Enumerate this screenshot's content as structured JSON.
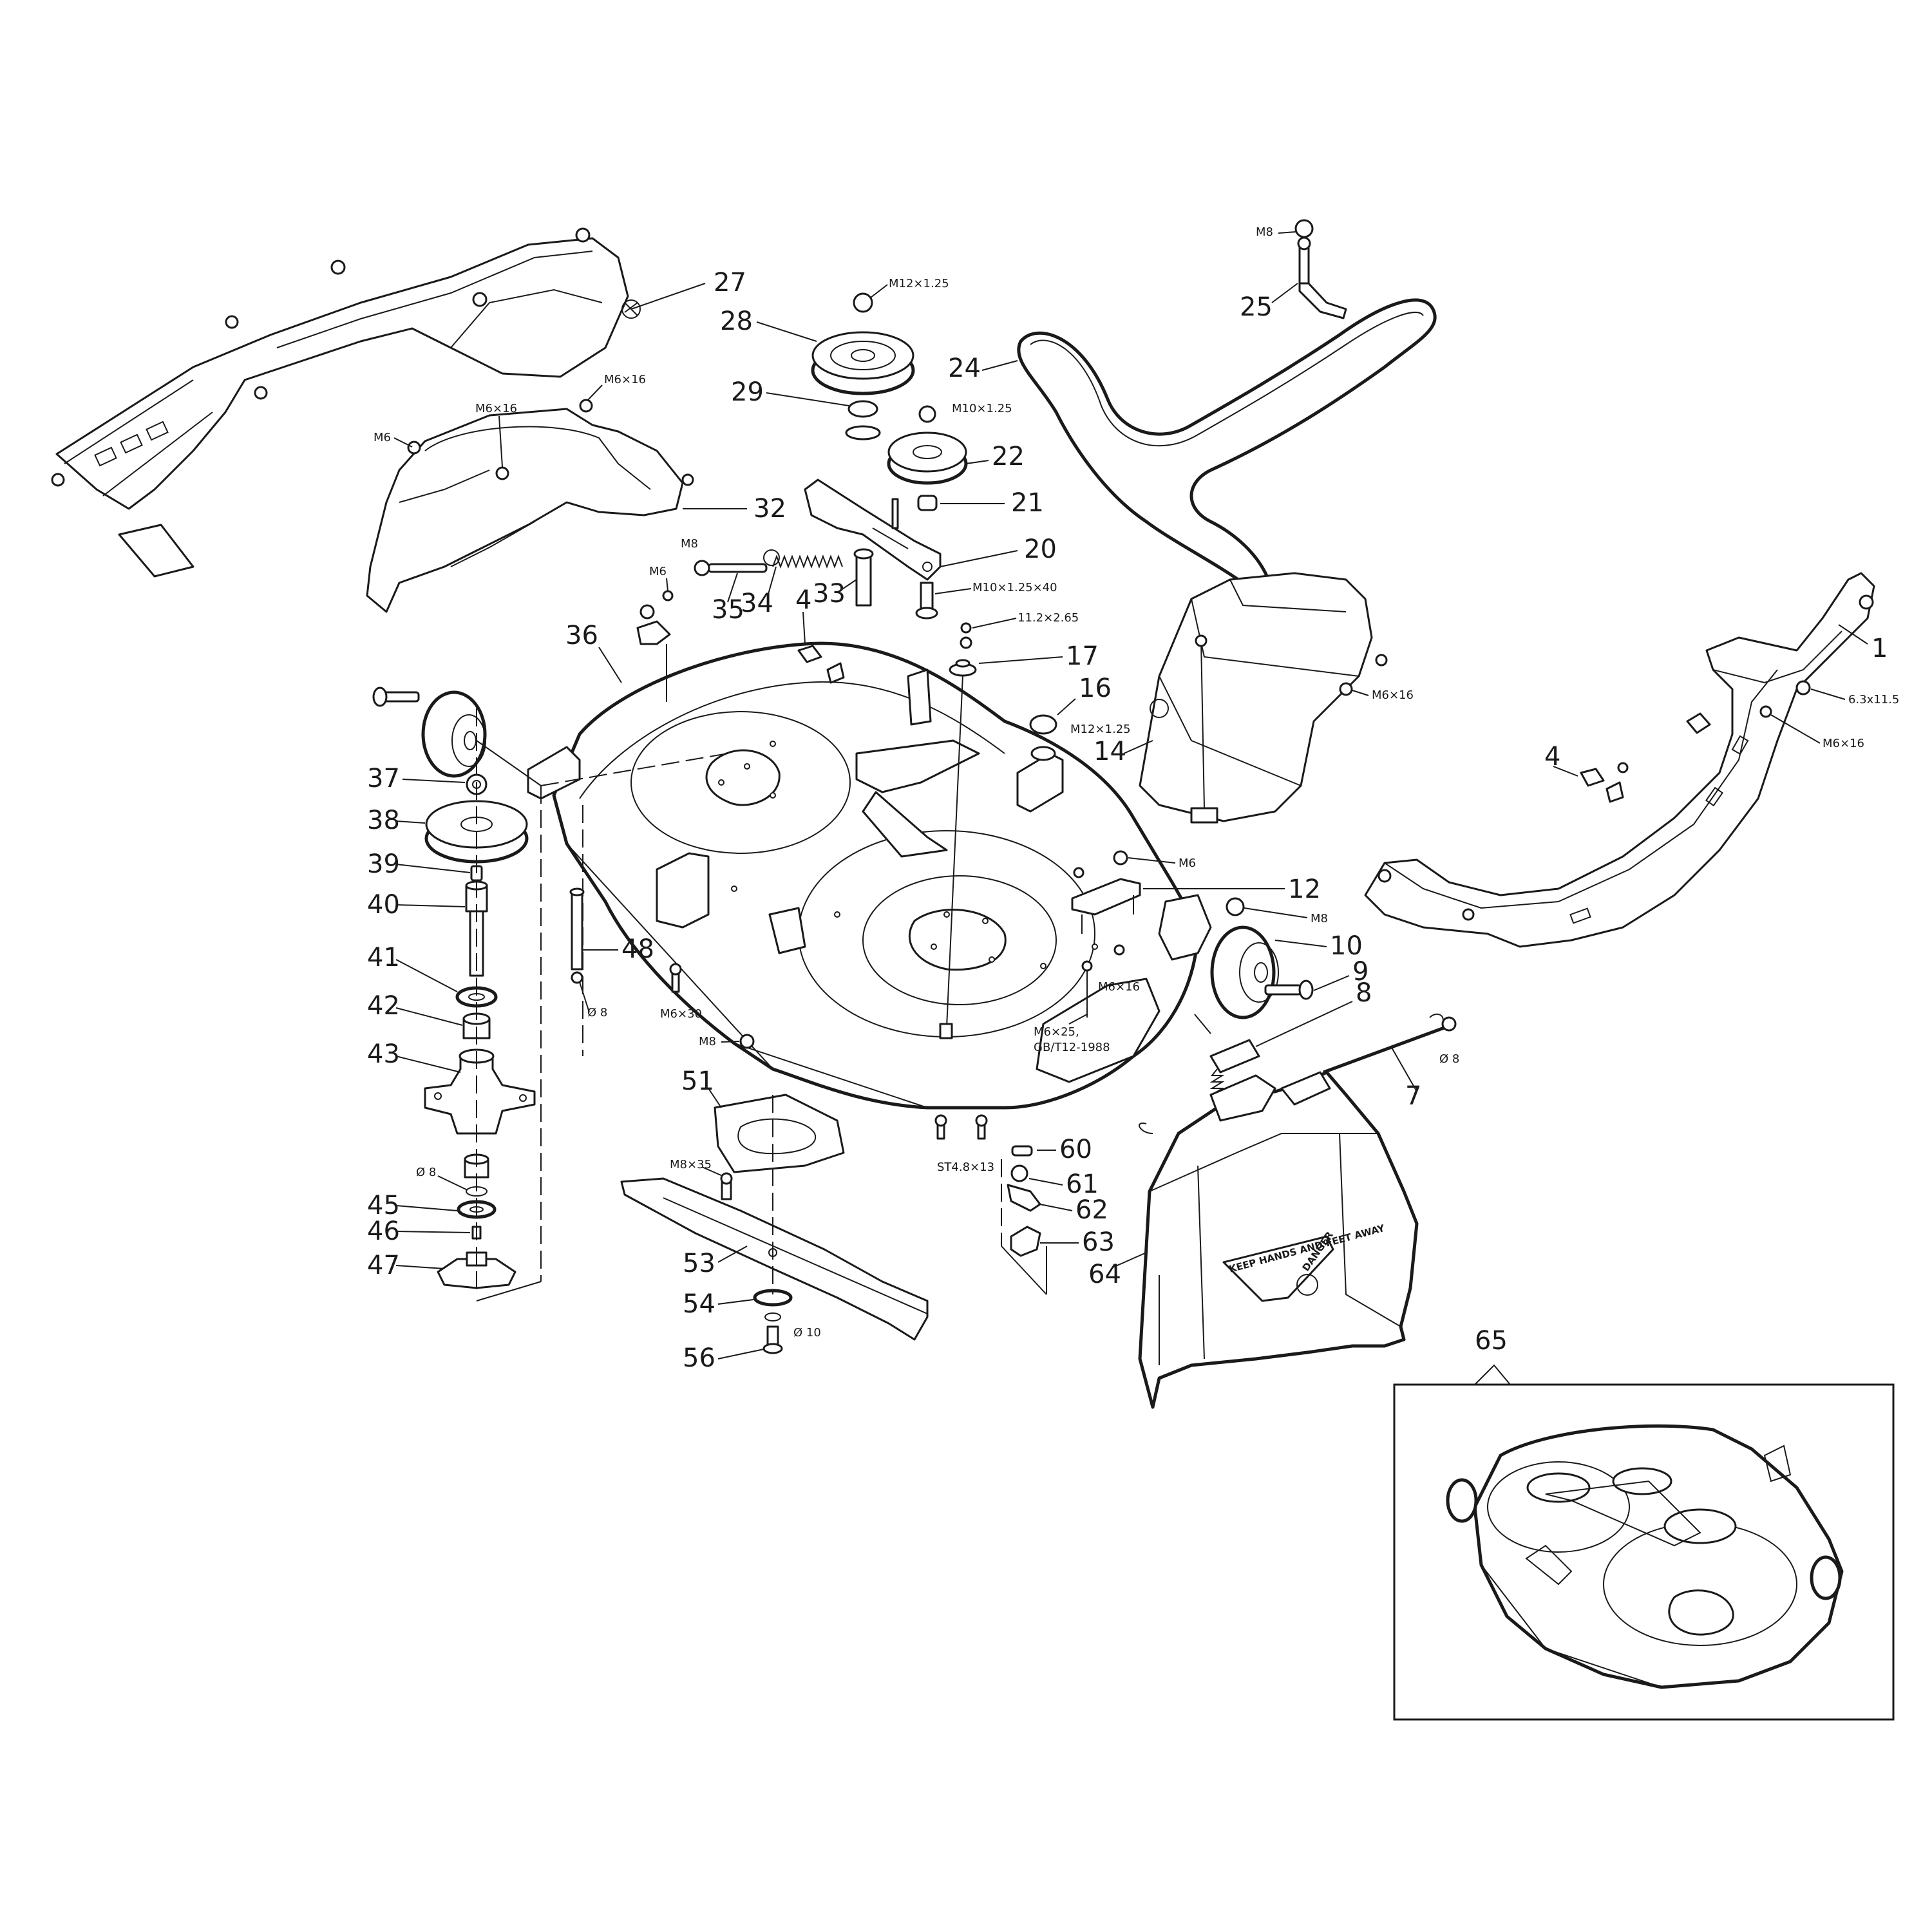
{
  "callouts": {
    "c1": "1",
    "c4a": "4",
    "c4b": "4",
    "c7": "7",
    "c8": "8",
    "c9": "9",
    "c10": "10",
    "c12": "12",
    "c14": "14",
    "c16": "16",
    "c17": "17",
    "c20": "20",
    "c21": "21",
    "c22": "22",
    "c24": "24",
    "c25": "25",
    "c27": "27",
    "c28": "28",
    "c29": "29",
    "c32": "32",
    "c33": "33",
    "c34": "34",
    "c35": "35",
    "c36": "36",
    "c37": "37",
    "c38": "38",
    "c39": "39",
    "c40": "40",
    "c41": "41",
    "c42": "42",
    "c43": "43",
    "c45": "45",
    "c46": "46",
    "c47": "47",
    "c48": "48",
    "c51": "51",
    "c53": "53",
    "c54": "54",
    "c56": "56",
    "c60": "60",
    "c61": "61",
    "c62": "62",
    "c63": "63",
    "c64": "64",
    "c65": "65"
  },
  "specs": {
    "m8_top": "M8",
    "m12_28": "M12×1.25",
    "m6x16_cover": "M6×16",
    "m6x16_cover2": "M6×16",
    "m6_cover": "M6",
    "m10_22": "M10×1.25",
    "m8_35": "M8",
    "m6_36": "M6",
    "m10x40": "M10×1.25×40",
    "washer_17": "11.2×2.65",
    "m12_16": "M12×1.25",
    "m6x16_14": "M6×16",
    "s6_3": "6.3x11.5",
    "m6x16_1": "M6×16",
    "m6_12": "M6",
    "m8_10": "M8",
    "m6x16_deck": "M6×16",
    "m6x25": "M6×25,",
    "gbt": "GB/T12-1988",
    "m6x30": "M6×30",
    "d8_48": "Ø 8",
    "m8_deck": "M8",
    "d8_7": "Ø 8",
    "st48": "ST4.8×13",
    "m8x35": "M8×35",
    "d8_spindle": "Ø 8",
    "d10": "Ø 10"
  },
  "chute_logo": {
    "danger": "DANGER",
    "warning": "KEEP HANDS AND FEET AWAY"
  }
}
